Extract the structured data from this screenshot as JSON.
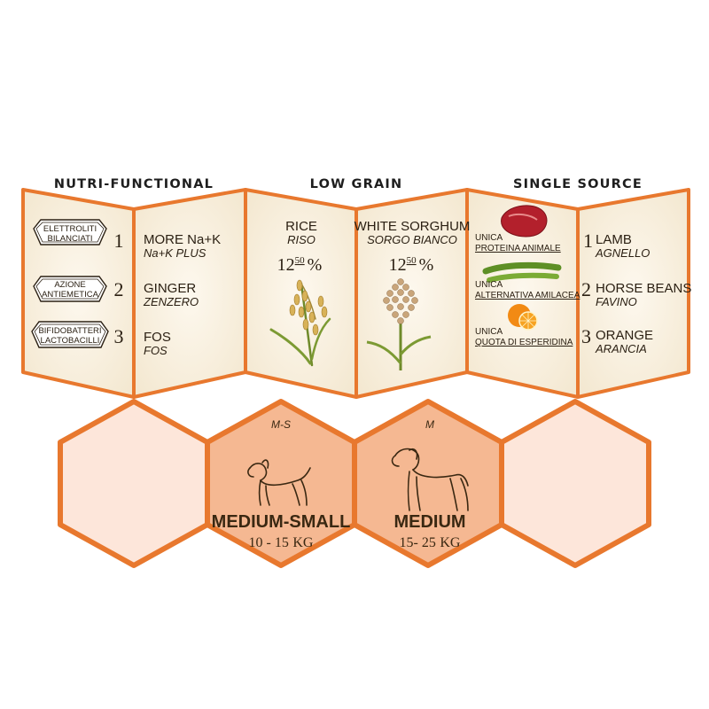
{
  "sections": {
    "nutri_functional": "NUTRI-FUNCTIONAL",
    "low_grain": "LOW GRAIN",
    "single_source": "SINGLE SOURCE"
  },
  "nutri": [
    {
      "badge_line1": "ELETTROLITI",
      "badge_line2": "BILANCIATI",
      "number": "1",
      "title": "MORE Na+K",
      "subtitle": "Na+K PLUS"
    },
    {
      "badge_line1": "AZIONE",
      "badge_line2": "ANTIEMETICA",
      "number": "2",
      "title": "GINGER",
      "subtitle": "ZENZERO"
    },
    {
      "badge_line1": "BIFIDOBATTERI",
      "badge_line2": "LACTOBACILLI",
      "number": "3",
      "title": "FOS",
      "subtitle": "FOS"
    }
  ],
  "grains": [
    {
      "title": "RICE",
      "subtitle": "RISO",
      "pct_int": "12",
      "pct_dec": "50",
      "pct_sign": "%"
    },
    {
      "title": "WHITE SORGHUM",
      "subtitle": "SORGO BIANCO",
      "pct_int": "12",
      "pct_dec": "50",
      "pct_sign": "%"
    }
  ],
  "single_source": [
    {
      "label_line1": "UNICA",
      "label_line2": "PROTEINA ANIMALE",
      "number": "1",
      "title": "LAMB",
      "subtitle": "AGNELLO"
    },
    {
      "label_line1": "UNICA",
      "label_line2": "ALTERNATIVA AMILACEA",
      "number": "2",
      "title": "HORSE BEANS",
      "subtitle": "FAVINO"
    },
    {
      "label_line1": "UNICA",
      "label_line2": "QUOTA DI ESPERIDINA",
      "number": "3",
      "title": "ORANGE",
      "subtitle": "ARANCIA"
    }
  ],
  "sizes": [
    {
      "code": "M-S",
      "name": "MEDIUM-SMALL",
      "weight": "10 - 15",
      "unit": "KG"
    },
    {
      "code": "M",
      "name": "MEDIUM",
      "weight": "15- 25",
      "unit": "KG"
    }
  ],
  "colors": {
    "accent": "#e8782e",
    "panel": "#fbf4e6",
    "hex_active": "#f5b892",
    "hex_inactive": "#fde6da"
  }
}
